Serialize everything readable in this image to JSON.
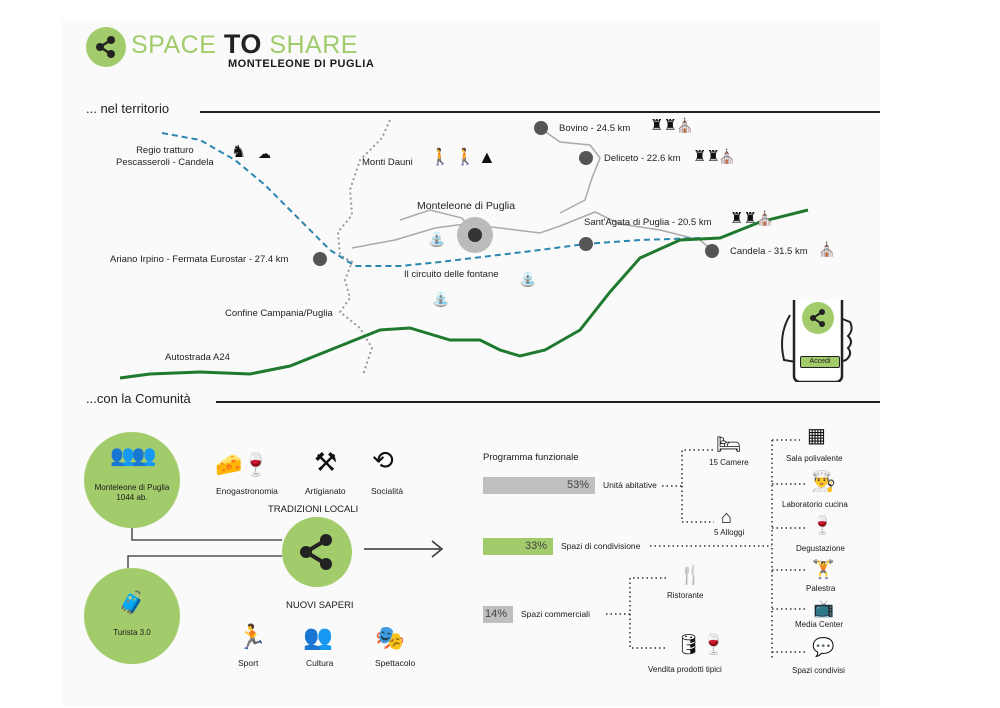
{
  "header": {
    "brand_left": "SPACE",
    "brand_mid": "TO",
    "brand_right": "SHARE",
    "subtitle": "MONTELEONE DI PUGLIA"
  },
  "sections": {
    "territory": "... nel territorio",
    "community": "...con la Comunità"
  },
  "map": {
    "tratturo": [
      "Regio tratturo",
      "Pescasseroli - Candela"
    ],
    "monti_dauni": "Monti Dauni",
    "monteleone": "Monteleone di Puglia",
    "circuito": "Il circuito delle fontane",
    "confine": "Confine Campania/Puglia",
    "autostrada": "Autostrada A24",
    "ariano": "Ariano Irpino - Fermata Eurostar - 27.4 km",
    "bovino": "Bovino - 24.5 km",
    "deliceto": "Deliceto - 22.6 km",
    "santagata": "Sant'Agata di Puglia - 20.5 km",
    "candela": "Candela - 31.5 km"
  },
  "phone": {
    "button": "Accedi"
  },
  "community": {
    "monteleone": [
      "Monteleone di Puglia",
      "1044 ab."
    ],
    "turista": "Turista 3.0",
    "tradizioni_title": "TRADIZIONI LOCALI",
    "nuovi_title": "NUOVI SAPERI",
    "tradizioni": [
      "Enogastronomia",
      "Artigianato",
      "Socialità"
    ],
    "saperi": [
      "Sport",
      "Cultura",
      "Spettacolo"
    ]
  },
  "program": {
    "title": "Programma funzionale",
    "bars": [
      {
        "pct": "53%",
        "value": 53,
        "label": "Unità abitative",
        "color": "#bfbfbf"
      },
      {
        "pct": "33%",
        "value": 33,
        "label": "Spazi di condivisione",
        "color": "#a2cc6b"
      },
      {
        "pct": "14%",
        "value": 14,
        "label": "Spazi commerciali",
        "color": "#bfbfbf"
      }
    ],
    "abitative": [
      "15 Camere",
      "5 Alloggi"
    ],
    "condivisione": [
      "Sala polivalente",
      "Laboratorio cucina",
      "Degustazione",
      "Palestra",
      "Media Center",
      "Spazi condivisi"
    ],
    "commerciali": [
      "Ristorante",
      "Vendita prodotti tipici"
    ]
  },
  "colors": {
    "accent": "#a2cc6b",
    "road": "#1f7a2f",
    "tratturo": "#2b86b0",
    "grey": "#bfbfbf"
  },
  "icons": [
    "share-icon",
    "horse-rider-icon",
    "sheep-icon",
    "hikers-icon",
    "mountains-icon",
    "castle-icon",
    "church-icon",
    "fountain-icon",
    "hand-phone-icon",
    "people-icon",
    "suitcase-walker-icon",
    "cheese-wine-icon",
    "craftsman-icon",
    "social-icon",
    "runner-icon",
    "people-table-icon",
    "theatre-masks-icon",
    "bed-icon",
    "house-icon",
    "auditorium-icon",
    "chef-icon",
    "tasting-icon",
    "gym-icon",
    "media-icon",
    "meeting-icon",
    "cutlery-icon",
    "barrels-icon"
  ]
}
